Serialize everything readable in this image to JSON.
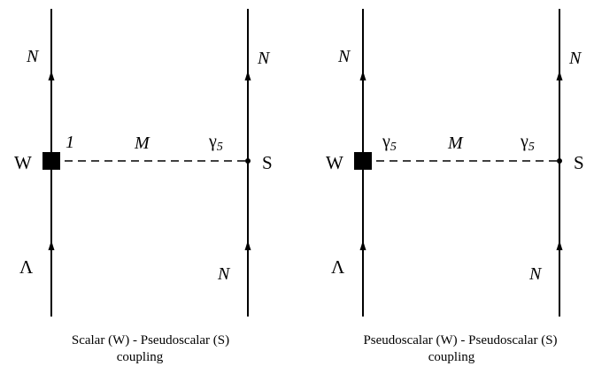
{
  "diagrams": [
    {
      "vertex_weak": "W",
      "vertex_strong": "S",
      "weak_coupling": "1",
      "strong_coupling": "γ5",
      "meson": "M",
      "top_left": "N",
      "top_right": "N",
      "bottom_left": "Λ",
      "bottom_right": "N",
      "caption_line1": "Scalar (W) - Pseudoscalar (S)",
      "caption_line2": "coupling"
    },
    {
      "vertex_weak": "W",
      "vertex_strong": "S",
      "weak_coupling": "γ5",
      "strong_coupling": "γ5",
      "meson": "M",
      "top_left": "N",
      "top_right": "N",
      "bottom_left": "Λ",
      "bottom_right": "N",
      "caption_line1": "Pseudoscalar (W) - Pseudoscalar (S)",
      "caption_line2": "coupling"
    }
  ]
}
